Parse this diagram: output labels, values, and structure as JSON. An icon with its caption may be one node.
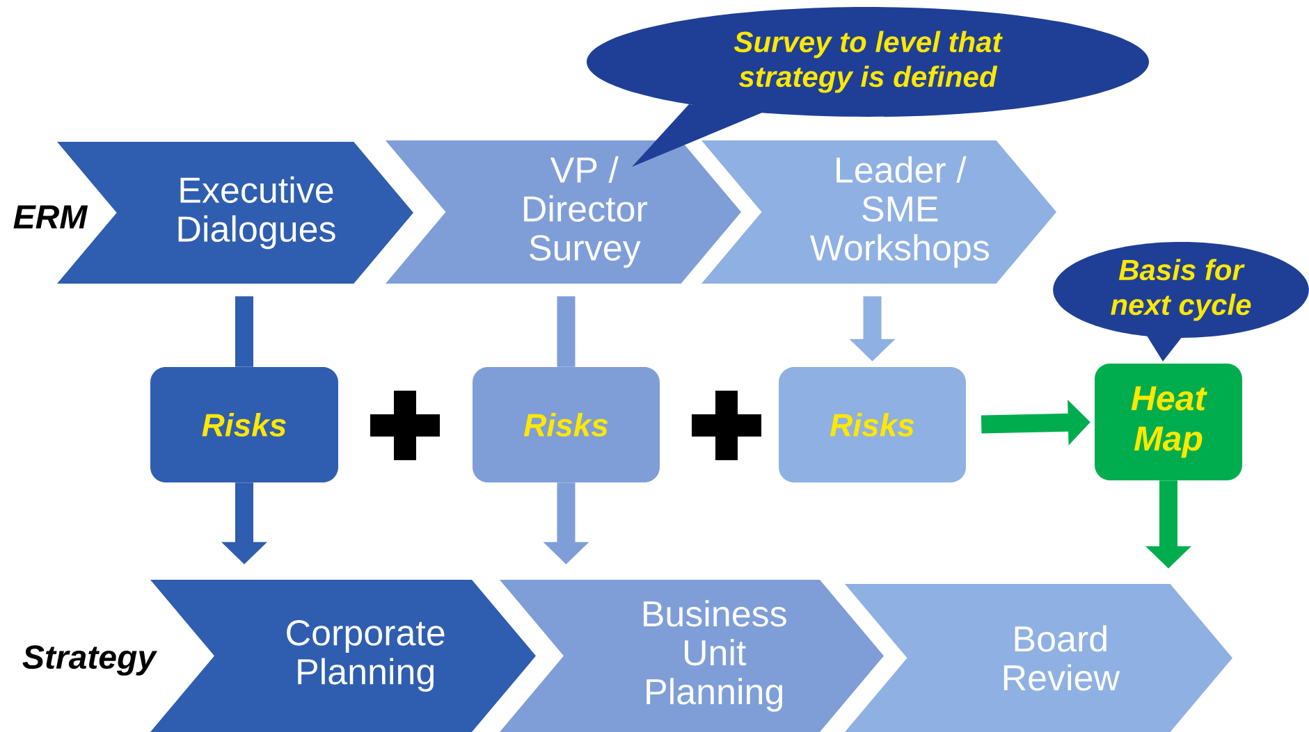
{
  "diagram": {
    "nodes": [
      {
        "text": [
          "Executive Dialogues"
        ]
      },
      {
        "text": [
          "VP / Director Survey"
        ]
      },
      {
        "text": [
          "Leader / SME Workshops"
        ]
      },
      {
        "text": [
          "Risks"
        ]
      },
      {
        "text": [
          "Risks"
        ]
      },
      {
        "text": [
          "Risks"
        ]
      },
      {
        "text": [
          "Heat Map"
        ]
      },
      {
        "text": [
          "Corporate Planning"
        ]
      },
      {
        "text": [
          "Business Unit Planning"
        ]
      },
      {
        "text": [
          "Board Review"
        ]
      },
      {
        "text": [
          "Survey to level that strategy is defined"
        ]
      },
      {
        "text": [
          "Basis for next cycle"
        ]
      }
    ],
    "edges": [
      {
        "from": 0,
        "to": 3,
        "arrow": "none",
        "color": "#2f5db0"
      },
      {
        "from": 3,
        "to": 7,
        "arrow": "to",
        "color": "#2f5db0"
      },
      {
        "from": 1,
        "to": 4,
        "arrow": "none",
        "color": "#7f9ed8"
      },
      {
        "from": 4,
        "to": 8,
        "arrow": "to",
        "color": "#7f9ed8"
      },
      {
        "from": 2,
        "to": 5,
        "arrow": "to",
        "color": "#8fb0e2"
      },
      {
        "from": 5,
        "to": 6,
        "arrow": "to",
        "color": "#00ad4e"
      },
      {
        "from": 6,
        "to": 9,
        "arrow": "to",
        "color": "#00ad4e"
      }
    ],
    "labels": [
      "ERM",
      "Strategy"
    ]
  }
}
